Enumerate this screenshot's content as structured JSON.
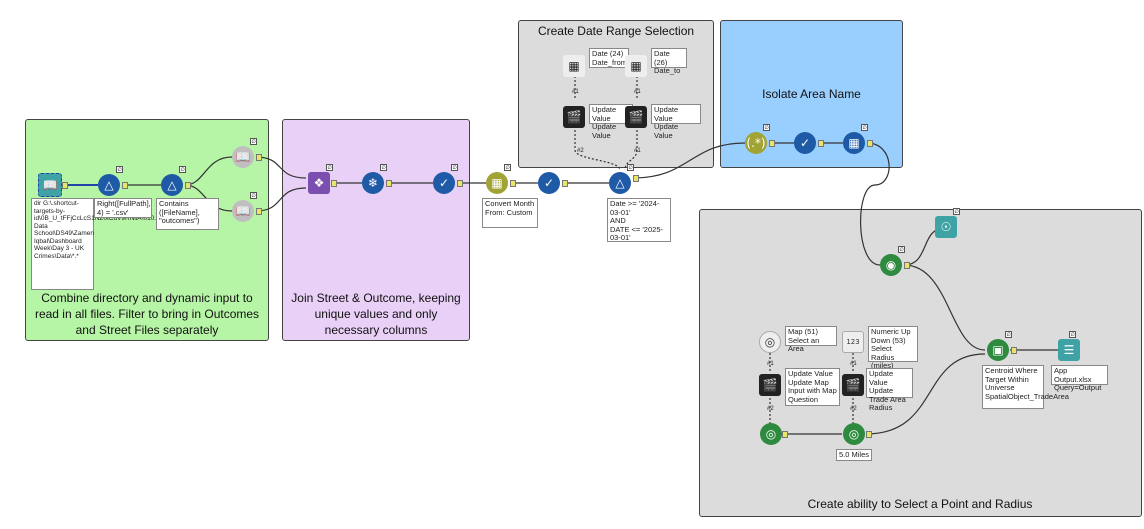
{
  "containers": {
    "date_range": "Create Date Range Selection",
    "isolate": "Isolate Area Name",
    "combine": "Combine directory and dynamic input to read in all files. Filter to bring in Outcomes and Street Files separately",
    "join": "Join Street & Outcome, keeping unique values and only necessary columns",
    "select_point": "Create ability to Select a Point and Radius"
  },
  "annotations": {
    "directory": "dir G:\\.shortcut-targets-by-id\\0B_U_tFFjCcLcS1NZ0tCdV9RNllA\\010. Data School\\DS49\\Zamen Iqbal\\Dashboard Week\\Day 3 - UK Crimes\\Data\\*.*",
    "formula_right": "Right([FullPath], 4) = '.csv'",
    "filter_contains": "Contains ([FileName], \"outcomes\")",
    "date_from": "Date (24)\nDate_from",
    "date_to": "Date (26)\nDate_to",
    "update_value_1": "Update Value\nUpdate Value",
    "update_value_2": "Update Value\nUpdate Value",
    "convert_month": "Convert Month From: Custom",
    "date_filter": "Date >= '2024-03-01'\nAND\nDATE <= '2025-03-01'",
    "map_question": "Map (51)\nSelect an Area",
    "numeric_updown": "Numeric Up Down (53)\nSelect Radius (miles)",
    "update_map": "Update Value\nUpdate Map Input with Map Question",
    "update_trade": "Update Value\nUpdate Trade Area Radius",
    "trade_area": "5.0 Miles",
    "spatial_match": "Centroid Where Target Within Universe SpatialObject_TradeArea",
    "output": "App Output.xlsx\nQuery=Output"
  },
  "connection_labels": {
    "hash1": "#1",
    "hash2": "#2",
    "num_icon": "123"
  },
  "colors": {
    "green_container": "#b6f5a6",
    "purple_container": "#e8d0f7",
    "grey_container": "#dcdcdc",
    "blue_container": "#99cfff",
    "in_out_teal": "#3fa3a5",
    "prep_blue": "#1f5aa6",
    "parse_olive": "#a1a335",
    "spatial_green": "#2d8a3e",
    "interface_dark": "#222222"
  }
}
